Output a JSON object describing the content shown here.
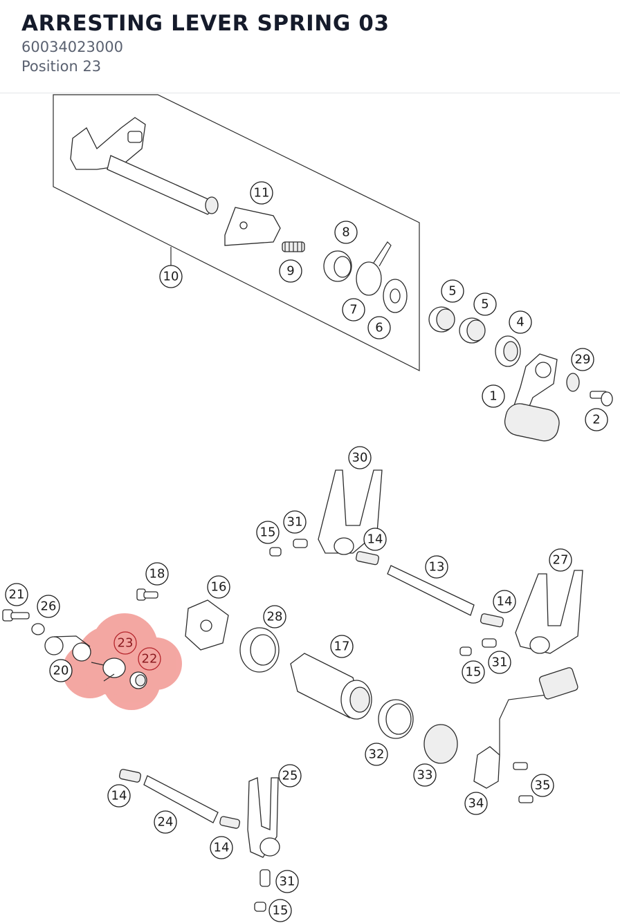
{
  "header": {
    "title": "ARRESTING LEVER SPRING 03",
    "part_number": "60034023000",
    "position_label": "Position 23"
  },
  "diagram": {
    "highlight_color": "#f08a84",
    "highlighted_positions": [
      "23",
      "22"
    ],
    "callouts": {
      "c11": "11",
      "c8": "8",
      "c9": "9",
      "c10": "10",
      "c7": "7",
      "c6": "6",
      "c5a": "5",
      "c5b": "5",
      "c4": "4",
      "c29": "29",
      "c1": "1",
      "c2": "2",
      "c30": "30",
      "c31a": "31",
      "c15a": "15",
      "c14a": "14",
      "c13": "13",
      "c27": "27",
      "c18": "18",
      "c16": "16",
      "c21": "21",
      "c26": "26",
      "c28": "28",
      "c14b": "14",
      "c17": "17",
      "c23": "23",
      "c22": "22",
      "c20": "20",
      "c31b": "31",
      "c15b": "15",
      "c32": "32",
      "c33": "33",
      "c25": "25",
      "c14c": "14",
      "c24": "24",
      "c35": "35",
      "c34": "34",
      "c14d": "14",
      "c31c": "31",
      "c15c": "15"
    }
  }
}
